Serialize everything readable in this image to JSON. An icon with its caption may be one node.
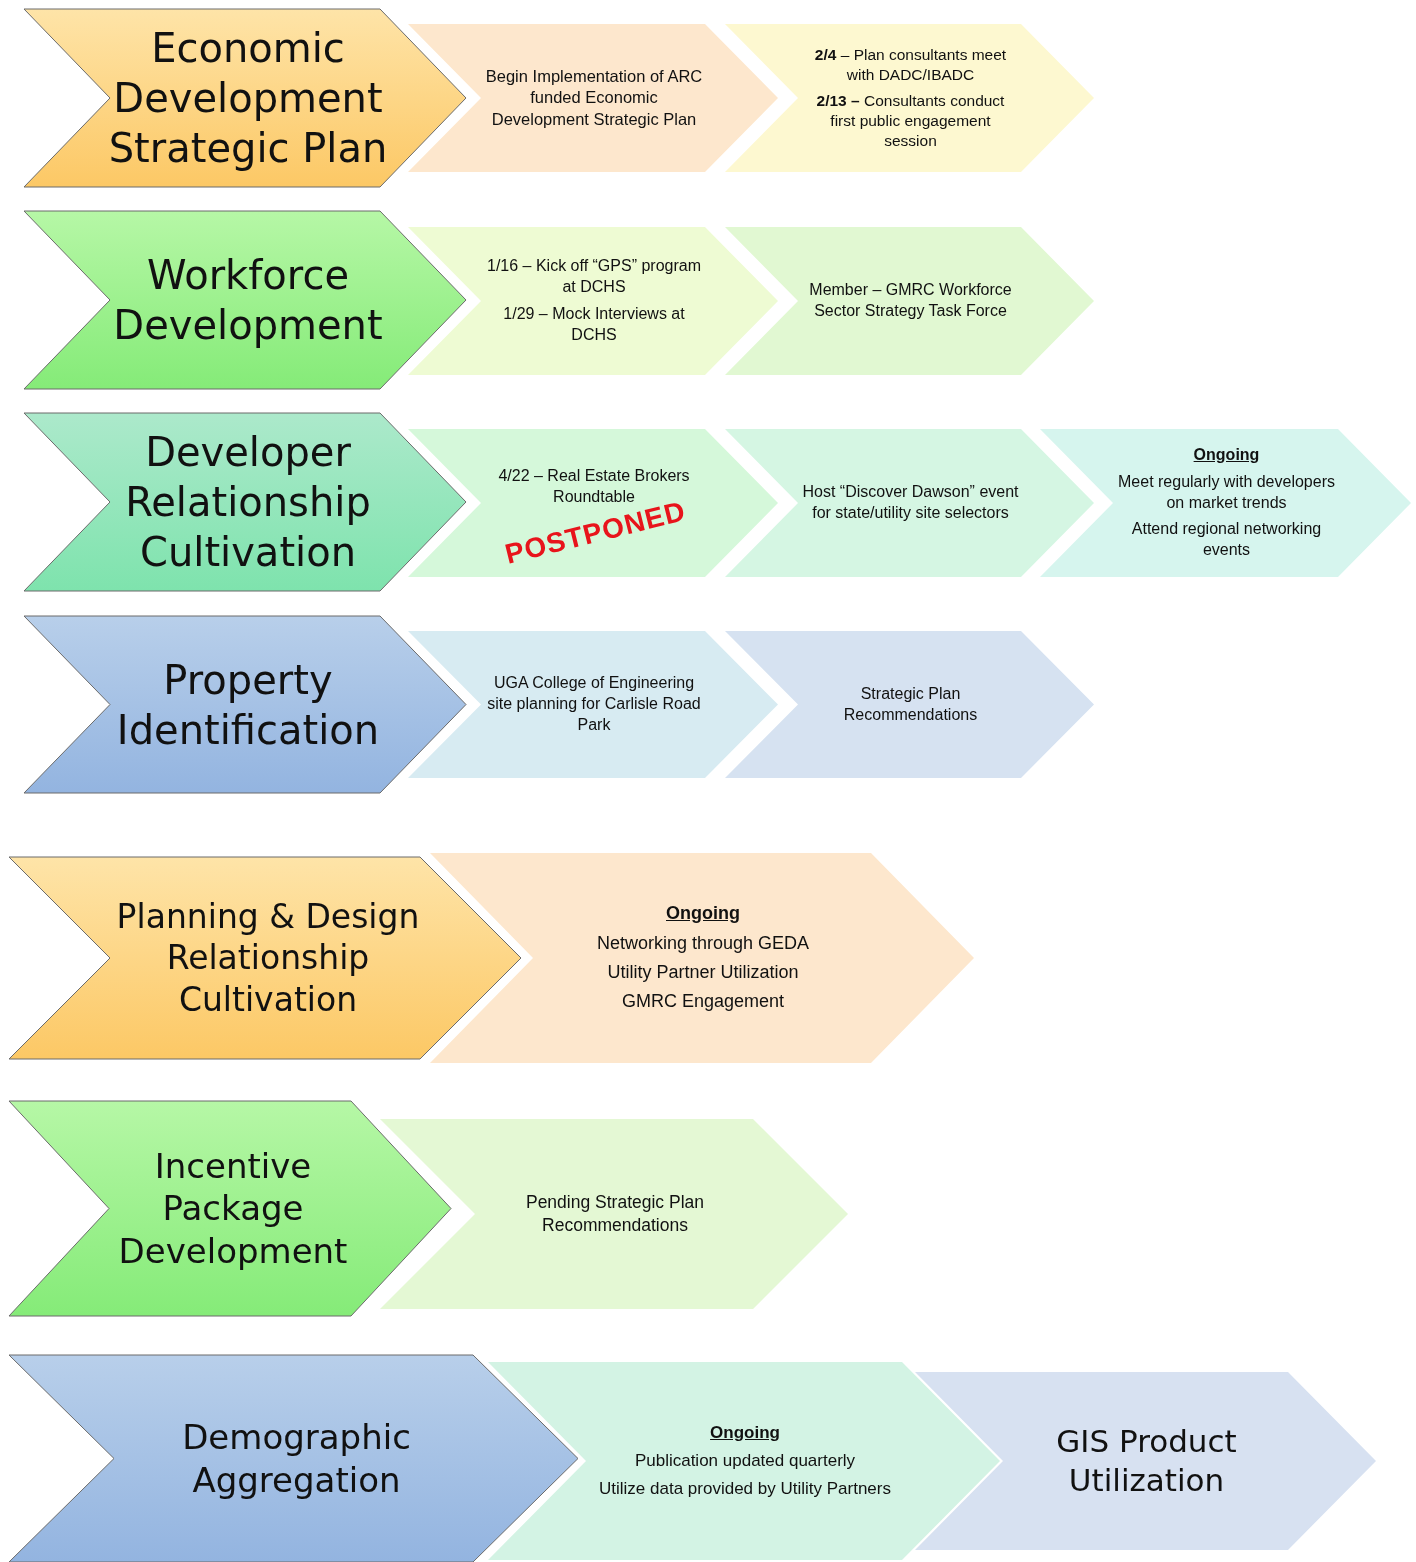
{
  "diagram": {
    "nodes": [
      {
        "text": [
          "Economic Development Strategic Plan"
        ]
      },
      {
        "text": [
          "Begin Implementation of ARC funded Economic Development Strategic Plan"
        ]
      },
      {
        "text": [
          "**2/4** – Plan consultants meet with DADC/IBADC",
          "**2/13 –** Consultants conduct first public engagement session"
        ]
      },
      {
        "text": [
          "Workforce Development"
        ]
      },
      {
        "text": [
          "1/16 – Kick off “GPS” program at DCHS",
          "1/29 – Mock Interviews at DCHS"
        ]
      },
      {
        "text": [
          "Member – GMRC Workforce Sector Strategy Task Force"
        ]
      },
      {
        "text": [
          "Developer Relationship Cultivation"
        ]
      },
      {
        "text": [
          "4/22 – Real Estate Brokers Roundtable",
          "POSTPONED"
        ]
      },
      {
        "text": [
          "Host “Discover Dawson” event for state/utility site selectors"
        ]
      },
      {
        "text": [
          "Ongoing",
          "Meet regularly with developers on market trends",
          "Attend regional networking events"
        ]
      },
      {
        "text": [
          "Property Identification"
        ]
      },
      {
        "text": [
          "UGA College of Engineering site planning for Carlisle Road Park"
        ]
      },
      {
        "text": [
          "Strategic Plan Recommendations"
        ]
      },
      {
        "text": [
          "Planning & Design Relationship Cultivation"
        ]
      },
      {
        "text": [
          "Ongoing",
          "Networking through GEDA",
          "Utility Partner Utilization",
          "GMRC Engagement"
        ]
      },
      {
        "text": [
          "Incentive Package Development"
        ]
      },
      {
        "text": [
          "Pending Strategic Plan Recommendations"
        ]
      },
      {
        "text": [
          "Demographic Aggregation"
        ]
      },
      {
        "text": [
          "Ongoing",
          "Publication updated quarterly",
          "Utilize data provided by Utility Partners"
        ]
      },
      {
        "text": [
          "GIS Product Utilization"
        ]
      }
    ]
  }
}
